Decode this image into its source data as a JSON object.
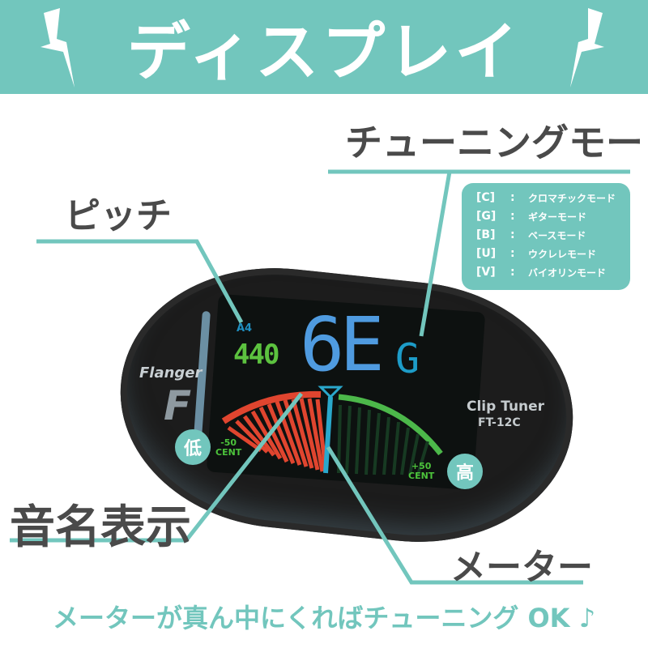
{
  "banner": {
    "title": "ディスプレイ",
    "background": "#72c6bd",
    "left_icon": "lightning-bolt-icon",
    "right_icon": "lightning-bolt-icon"
  },
  "callouts": {
    "pitch": "ピッチ",
    "tuning_mode": "チューニングモード",
    "note_name": "音名表示",
    "meter": "メーター"
  },
  "mode_list": [
    {
      "key": "[C]",
      "sep": ":",
      "label": "クロマチックモード"
    },
    {
      "key": "[G]",
      "sep": ":",
      "label": "ギターモード"
    },
    {
      "key": "[B]",
      "sep": ":",
      "label": "ベースモード"
    },
    {
      "key": "[U]",
      "sep": ":",
      "label": "ウクレレモード"
    },
    {
      "key": "[V]",
      "sep": ":",
      "label": "バイオリンモード"
    }
  ],
  "device": {
    "brand": "Flanger",
    "logo": "F",
    "product": "Clip Tuner",
    "model": "FT-12C",
    "display": {
      "pitch_ref_label": "A4",
      "pitch_value": "440",
      "note": "6E",
      "mode_letter": "G",
      "cent_low": "-50",
      "cent_high": "+50",
      "cent_unit": "CENT",
      "low_badge": "低",
      "high_badge": "高"
    },
    "colors": {
      "flat": "#e0452f",
      "sharp": "#4cb84a",
      "needle": "#2aa8cc",
      "note": "#4f9be0",
      "pitch": "#5cc23f"
    }
  },
  "footer": {
    "text": "メーターが真ん中にくればチューニング OK ♪"
  },
  "accent_color": "#72c6bd",
  "label_color": "#4a4a4a"
}
